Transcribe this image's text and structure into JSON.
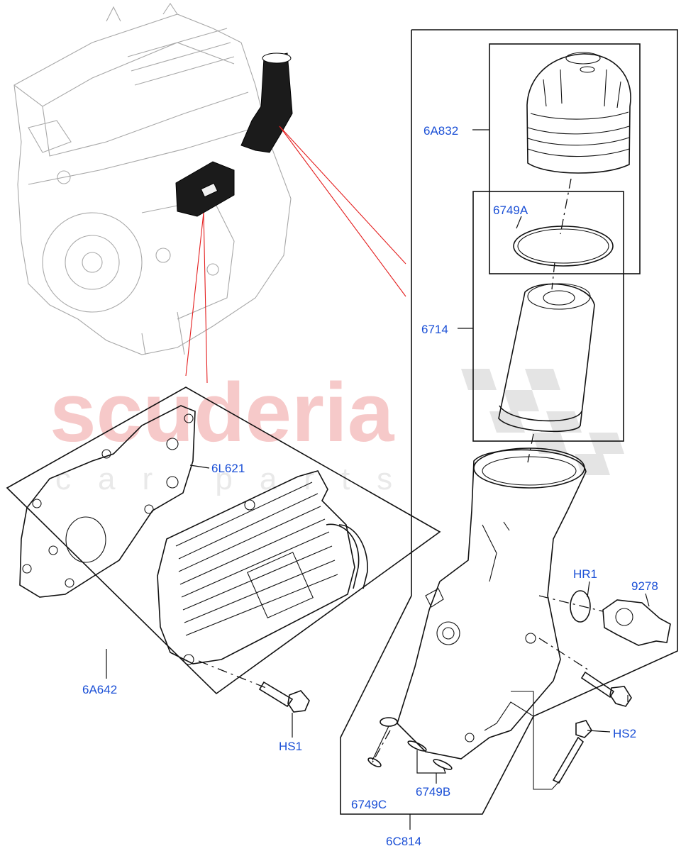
{
  "watermark": {
    "brand": "scuderia",
    "tagline": "car parts"
  },
  "callouts": [
    {
      "id": "6A832",
      "label": "6A832"
    },
    {
      "id": "6749A",
      "label": "6749A"
    },
    {
      "id": "6714",
      "label": "6714"
    },
    {
      "id": "6L621",
      "label": "6L621"
    },
    {
      "id": "6A642",
      "label": "6A642"
    },
    {
      "id": "HS1",
      "label": "HS1"
    },
    {
      "id": "HR1",
      "label": "HR1"
    },
    {
      "id": "9278",
      "label": "9278"
    },
    {
      "id": "HS2",
      "label": "HS2"
    },
    {
      "id": "6749C",
      "label": "6749C"
    },
    {
      "id": "6749B",
      "label": "6749B"
    },
    {
      "id": "6C814",
      "label": "6C814"
    }
  ],
  "colors": {
    "callout_text": "#1a4fd6",
    "reference_lines": "#e41e1e",
    "watermark": "#f6c9c9"
  }
}
